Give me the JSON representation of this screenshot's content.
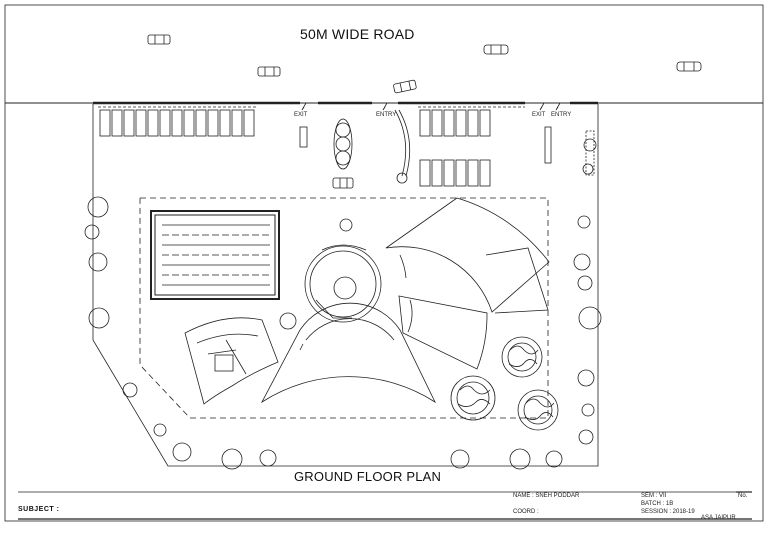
{
  "road": {
    "title": "50M WIDE ROAD"
  },
  "plan": {
    "title": "GROUND FLOOR PLAN",
    "labels": {
      "exit": "EXIT",
      "entry": "ENTRY"
    }
  },
  "titleblock": {
    "subject_label": "SUBJECT :",
    "name_line": "NAME  : SNEH PODDAR",
    "coord_line": "COORD :",
    "sem_line": "SEM    :  VII",
    "batch_line": "BATCH  :  1B",
    "session_line": "SESSION  : 2018-19",
    "institute": "ASA JAIPUR",
    "no_label": "No."
  },
  "colors": {
    "line": "#222222",
    "background": "#ffffff"
  }
}
